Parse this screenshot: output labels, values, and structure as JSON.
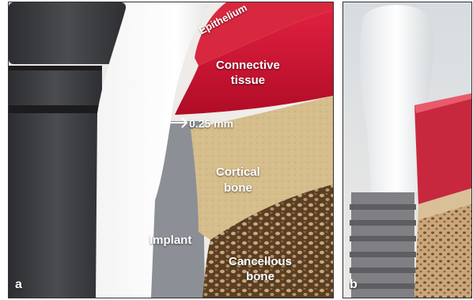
{
  "panel_a": {
    "letter": "a",
    "labels": {
      "epithelium": "Epithelium",
      "connective_line1": "Connective",
      "connective_line2": "tissue",
      "gap": "0.25 mm",
      "cortical_line1": "Cortical",
      "cortical_line2": "bone",
      "implant": "Implant",
      "cancellous_line1": "Cancellous",
      "cancellous_line2": "bone"
    }
  },
  "panel_b": {
    "letter": "b"
  },
  "colors": {
    "tissue_red": "#c8102e",
    "bone_beige": "#d6bd8c",
    "implant_gray": "#8d8f96",
    "cancellous_brown": "#6a4b2b"
  }
}
